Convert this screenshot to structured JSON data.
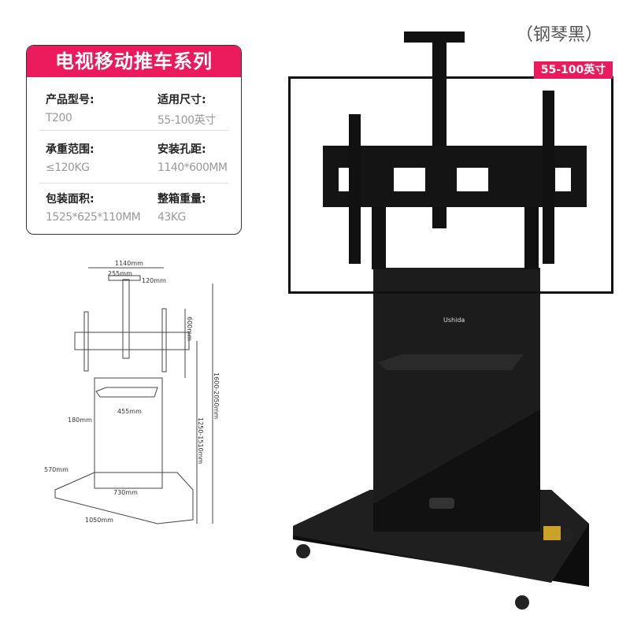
{
  "card": {
    "title": "电视移动推车系列",
    "specs": [
      {
        "label": "产品型号:",
        "value": "T200"
      },
      {
        "label": "适用尺寸:",
        "value": "55-100英寸"
      },
      {
        "label": "承重范围:",
        "value": "≤120KG"
      },
      {
        "label": "安装孔距:",
        "value": "1140*600MM"
      },
      {
        "label": "包装面积:",
        "value": "1525*625*110MM"
      },
      {
        "label": "整箱重量:",
        "value": "43KG"
      }
    ]
  },
  "product": {
    "color_name": "（钢琴黑）",
    "size_tag": "55-100英寸",
    "brand_logo": "Ushida"
  },
  "diagram": {
    "dims": [
      "1140mm",
      "255mm",
      "120mm",
      "600mm",
      "1600-2050mm",
      "1250-1510mm",
      "455mm",
      "180mm",
      "570mm",
      "730mm",
      "1050mm"
    ]
  },
  "colors": {
    "accent": "#ea1a5c",
    "product": "#111111"
  }
}
